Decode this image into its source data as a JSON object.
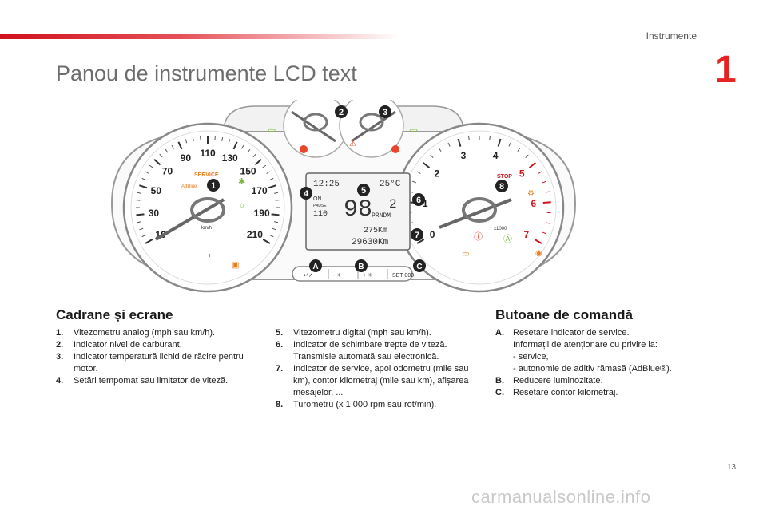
{
  "header": {
    "section": "Instrumente",
    "chapter": "1"
  },
  "title": "Panou de instrumente LCD text",
  "dashboard": {
    "markers": [
      "1",
      "2",
      "3",
      "4",
      "5",
      "6",
      "7",
      "8"
    ],
    "buttons": [
      "A",
      "B",
      "C"
    ],
    "button_labels": [
      "↵↗",
      "- ☀",
      "+ ☀",
      "SET 000"
    ],
    "speedo_ticks": [
      "10",
      "30",
      "50",
      "70",
      "90",
      "110",
      "130",
      "150",
      "170",
      "190",
      "210"
    ],
    "speedo_unit": "km/h",
    "tacho_ticks": [
      "0",
      "1",
      "2",
      "3",
      "4",
      "5",
      "6",
      "7"
    ],
    "tacho_unit": "x1000",
    "service_label": "SERVICE",
    "adblue_label": "AdBlue",
    "stop_label": "STOP",
    "lcd": {
      "time": "12:25",
      "temp": "25°C",
      "on_label": "ON",
      "pause_label": "PAUSE",
      "set_speed": "110",
      "speed": "98",
      "gear": "2",
      "mode": "PRNDM",
      "trip": "275Km",
      "odo": "29630Km"
    }
  },
  "left": {
    "heading": "Cadrane și ecrane",
    "items": [
      {
        "n": "1.",
        "text": "Vitezometru analog (mph sau km/h)."
      },
      {
        "n": "2.",
        "text": "Indicator nivel de carburant."
      },
      {
        "n": "3.",
        "text": "Indicator temperatură lichid de răcire pentru motor."
      },
      {
        "n": "4.",
        "text": "Setări tempomat sau limitator de viteză."
      }
    ]
  },
  "middle": {
    "items": [
      {
        "n": "5.",
        "text": "Vitezometru digital (mph sau km/h)."
      },
      {
        "n": "6.",
        "text": "Indicator de schimbare trepte de viteză. Transmisie automată sau electronică."
      },
      {
        "n": "7.",
        "text": "Indicator de service, apoi odometru (mile sau km), contor kilometraj (mile sau km), afișarea mesajelor, ..."
      },
      {
        "n": "8.",
        "text": "Turometru (x 1 000 rpm sau rot/min)."
      }
    ]
  },
  "right": {
    "heading": "Butoane de comandă",
    "items": [
      {
        "n": "A.",
        "text": "Resetare indicator de service."
      },
      {
        "n": "",
        "text": "Informații de atenționare cu privire la:"
      },
      {
        "n": "",
        "text": "-  service,"
      },
      {
        "n": "",
        "text": "-  autonomie de aditiv rămasă (AdBlue®)."
      },
      {
        "n": "B.",
        "text": "Reducere luminozitate."
      },
      {
        "n": "C.",
        "text": "Resetare contor kilometraj."
      }
    ]
  },
  "footer": {
    "page": "13",
    "watermark": "carmanualsonline.info"
  }
}
